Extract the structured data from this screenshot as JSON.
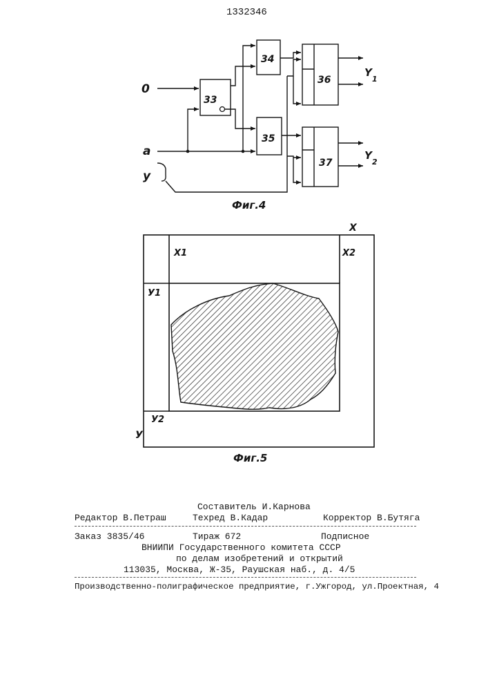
{
  "page_number": "1332346",
  "fig4": {
    "caption": "Фиг.4",
    "inputs": {
      "x": "0",
      "a": "a",
      "y": "y"
    },
    "blocks": {
      "b33": "33",
      "b34": "34",
      "b35": "35",
      "b36": "36",
      "b37": "37"
    },
    "outputs": {
      "y1": "Y",
      "y1_sub": "1",
      "y2": "Y",
      "y2_sub": "2"
    }
  },
  "fig5": {
    "caption": "Фиг.5",
    "labels": {
      "x": "X",
      "x1": "X1",
      "x2": "X2",
      "y1": "У1",
      "y2": "У2",
      "y": "У"
    }
  },
  "colophon": {
    "compiler": "Составитель И.Карнова",
    "editor": "Редактор В.Петраш",
    "techred": "Техред В.Кадар",
    "corrector": "Корректор В.Бутяга",
    "order": "Заказ 3835/46",
    "circulation": "Тираж 672",
    "subscription": "Подписное",
    "org_line1": "ВНИИПИ Государственного комитета СССР",
    "org_line2": "по делам изобретений и открытий",
    "address": "113035, Москва, Ж-35, Раушская наб., д. 4/5",
    "printer": "Производственно-полиграфическое предприятие, г.Ужгород, ул.Проектная, 4"
  }
}
